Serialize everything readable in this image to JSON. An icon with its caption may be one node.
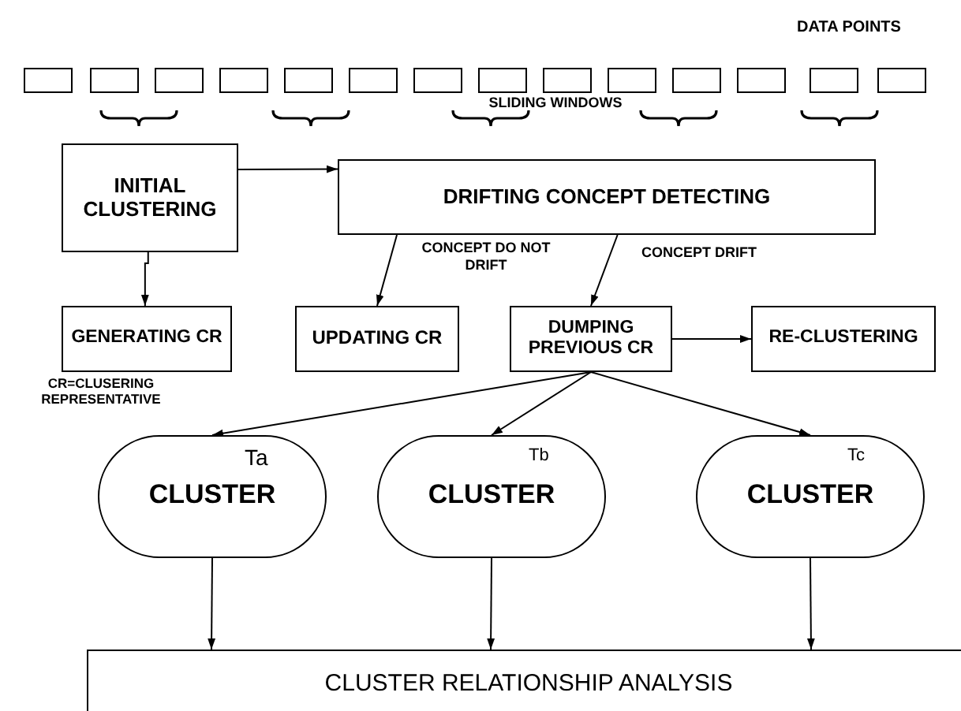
{
  "diagram": {
    "nodes": [
      {
        "text": [],
        "shape": "box"
      },
      {
        "text": [],
        "shape": "box"
      },
      {
        "text": [],
        "shape": "box"
      },
      {
        "text": [],
        "shape": "box"
      },
      {
        "text": [],
        "shape": "box"
      },
      {
        "text": [],
        "shape": "box"
      },
      {
        "text": [],
        "shape": "box"
      },
      {
        "text": [],
        "shape": "box"
      },
      {
        "text": [],
        "shape": "box"
      },
      {
        "text": [],
        "shape": "box"
      },
      {
        "text": [],
        "shape": "box"
      },
      {
        "text": [],
        "shape": "box"
      },
      {
        "text": [],
        "shape": "box"
      },
      {
        "text": [],
        "shape": "box"
      },
      {
        "text": [
          "INITIAL CLUSTERING"
        ]
      },
      {
        "text": [
          "DRIFTING CONCEPT DETECTING"
        ]
      },
      {
        "text": [
          "GENERATING CR"
        ]
      },
      {
        "text": [
          "UPDATING CR"
        ]
      },
      {
        "text": [
          "DUMPING PREVIOUS CR"
        ]
      },
      {
        "text": [
          "RE-CLUSTERING"
        ]
      },
      {
        "text": [
          "Ta",
          "CLUSTER"
        ]
      },
      {
        "text": [
          "Tb",
          "CLUSTER"
        ]
      },
      {
        "text": [
          "Tc",
          "CLUSTER"
        ]
      },
      {
        "text": [
          "CLUSTER RELATIONSHIP ANALYSIS"
        ]
      }
    ],
    "edges": [
      {
        "from": 14,
        "to": 15,
        "arrow": "to"
      },
      {
        "from": 14,
        "to": 16,
        "arrow": "to"
      },
      {
        "from": 15,
        "to": 17,
        "arrow": "to",
        "label": "CONCEPT DO NOT DRIFT"
      },
      {
        "from": 15,
        "to": 18,
        "arrow": "to",
        "label": "CONCEPT DRIFT"
      },
      {
        "from": 18,
        "to": 19,
        "arrow": "to"
      },
      {
        "from": 18,
        "to": 20,
        "arrow": "to"
      },
      {
        "from": 18,
        "to": 21,
        "arrow": "to"
      },
      {
        "from": 18,
        "to": 22,
        "arrow": "to"
      },
      {
        "from": 20,
        "to": 23,
        "arrow": "to"
      },
      {
        "from": 21,
        "to": 23,
        "arrow": "to"
      },
      {
        "from": 22,
        "to": 23,
        "arrow": "to"
      }
    ],
    "labels": [
      "DATA POINTS",
      "SLIDING WINDOWS",
      "CR=CLUSERING REPRESENTATIVE"
    ]
  }
}
